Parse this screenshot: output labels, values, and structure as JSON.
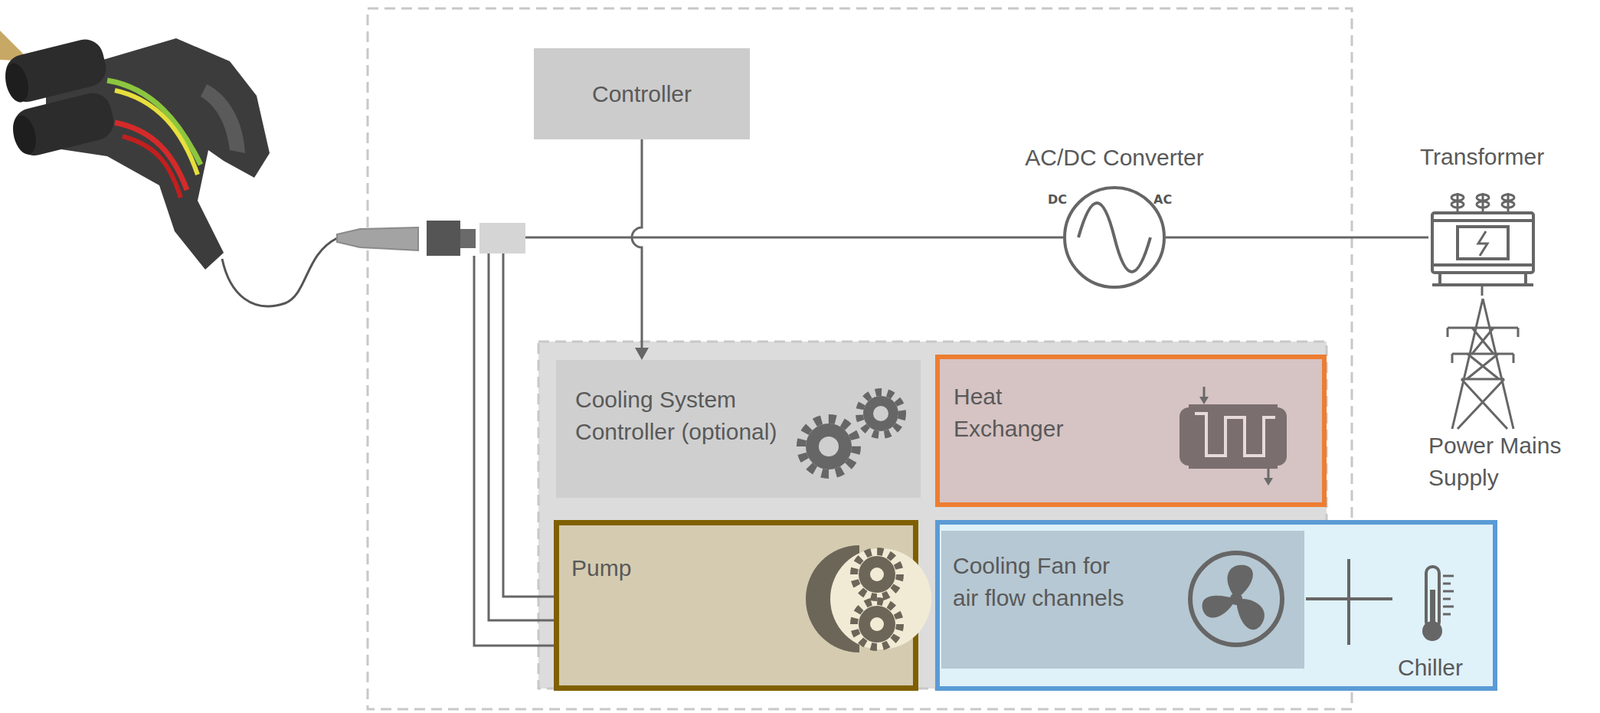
{
  "diagram": {
    "nodes": [
      {
        "text": [
          "Controller"
        ]
      },
      {
        "text": [
          "AC/DC Converter"
        ]
      },
      {
        "text": [
          "Transformer"
        ]
      },
      {
        "text": [
          "Power Mains Supply"
        ]
      },
      {
        "text": [
          "Cooling System Controller (optional)"
        ]
      },
      {
        "text": [
          "Heat Exchanger"
        ]
      },
      {
        "text": [
          "Pump"
        ]
      },
      {
        "text": [
          "Chiller"
        ]
      },
      {
        "text": [
          "Cooling Fan for air flow channels"
        ],
        "in": 7
      }
    ],
    "edges": [
      {
        "from": 0,
        "to": 4,
        "arrow": "to"
      },
      {
        "from": 1,
        "to": 2,
        "arrow": "none"
      },
      {
        "from": 2,
        "to": 3,
        "arrow": "none"
      }
    ],
    "labels": [
      "DC",
      "AC"
    ]
  }
}
